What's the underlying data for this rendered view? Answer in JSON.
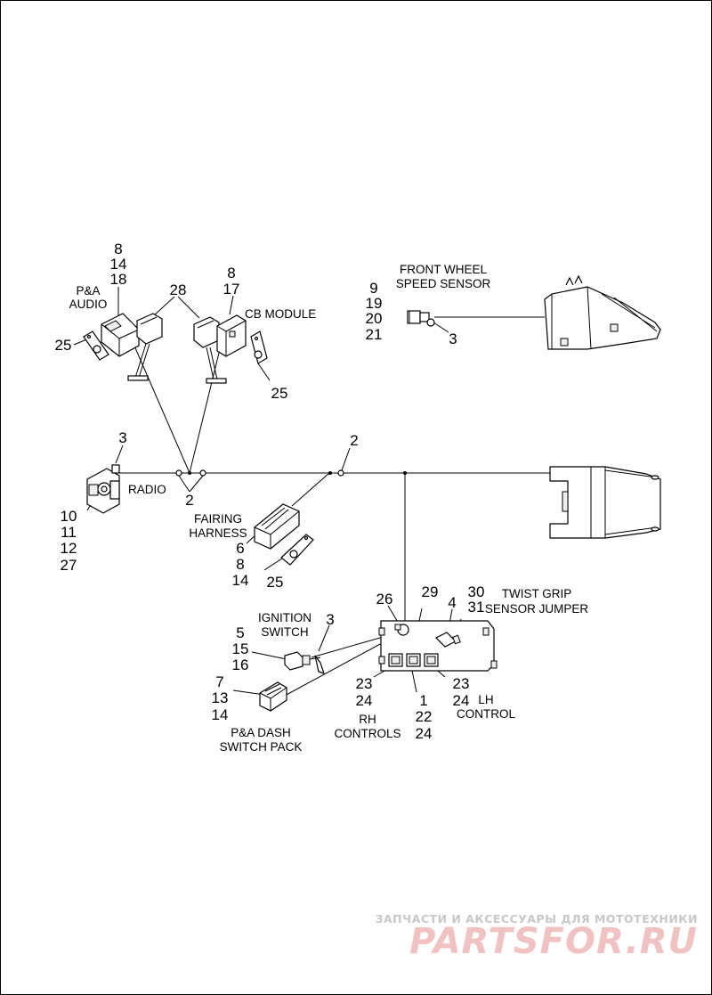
{
  "labels": {
    "n8_a": "8",
    "n14_a": "14",
    "n18_a": "18",
    "pa_audio_1": "P&A",
    "pa_audio_2": "AUDIO",
    "n28": "28",
    "n8_b": "8",
    "n17": "17",
    "cb_module": "CB MODULE",
    "n25_a": "25",
    "n25_b": "25",
    "front_wheel_1": "FRONT WHEEL",
    "front_wheel_2": "SPEED SENSOR",
    "n9": "9",
    "n19": "19",
    "n20": "20",
    "n21": "21",
    "n3_a": "3",
    "n3_b": "3",
    "radio": "RADIO",
    "n10": "10",
    "n11": "11",
    "n12": "12",
    "n27": "27",
    "n2_a": "2",
    "n2_b": "2",
    "fairing_1": "FAIRING",
    "fairing_2": "HARNESS",
    "n6": "6",
    "n8_c": "8",
    "n14_b": "14",
    "n25_c": "25",
    "n26": "26",
    "n29": "29",
    "n4": "4",
    "n30": "30",
    "n31": "31",
    "twist_1": "TWIST GRIP",
    "twist_2": "SENSOR JUMPER",
    "ignition_1": "IGNITION",
    "ignition_2": "SWITCH",
    "n3_c": "3",
    "n5": "5",
    "n15": "15",
    "n16": "16",
    "n7": "7",
    "n13": "13",
    "n14_c": "14",
    "n23_a": "23",
    "n24_a": "24",
    "n1": "1",
    "n22": "22",
    "n24_b": "24",
    "n23_b": "23",
    "n24_c": "24",
    "lh_1": "LH",
    "lh_2": "CONTROL",
    "rh_1": "RH",
    "rh_2": "CONTROLS",
    "pa_dash_1": "P&A DASH",
    "pa_dash_2": "SWITCH PACK"
  },
  "watermark": {
    "line1": "ЗАПЧАСТИ И АКСЕССУАРЫ ДЛЯ МОТОТЕХНИКИ",
    "line2": "PARTSFOR.RU"
  }
}
